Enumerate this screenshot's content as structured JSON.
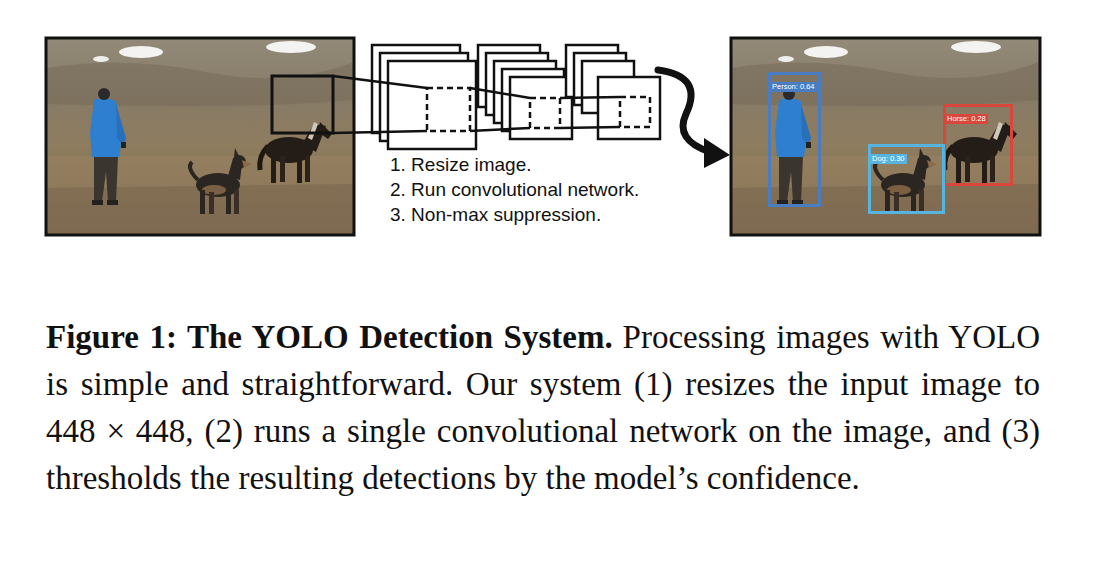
{
  "diagram": {
    "title": "Figure 1: The YOLO Detection System.",
    "caption": "Processing images with YOLO is simple and straightforward. Our system (1) resizes the input image to 448 × 448, (2) runs a single convolutional network on the image, and (3) thresholds the resulting detections by the model’s confidence.",
    "nodes": [
      {
        "text": [
          "Person: 0.64"
        ]
      },
      {
        "text": [
          "Horse: 0.28"
        ]
      },
      {
        "text": [
          "Dog: 0.30"
        ]
      }
    ],
    "labels": [
      "1. Resize image.",
      "2. Run convolutional network.",
      "3. Non-max suppression."
    ]
  }
}
